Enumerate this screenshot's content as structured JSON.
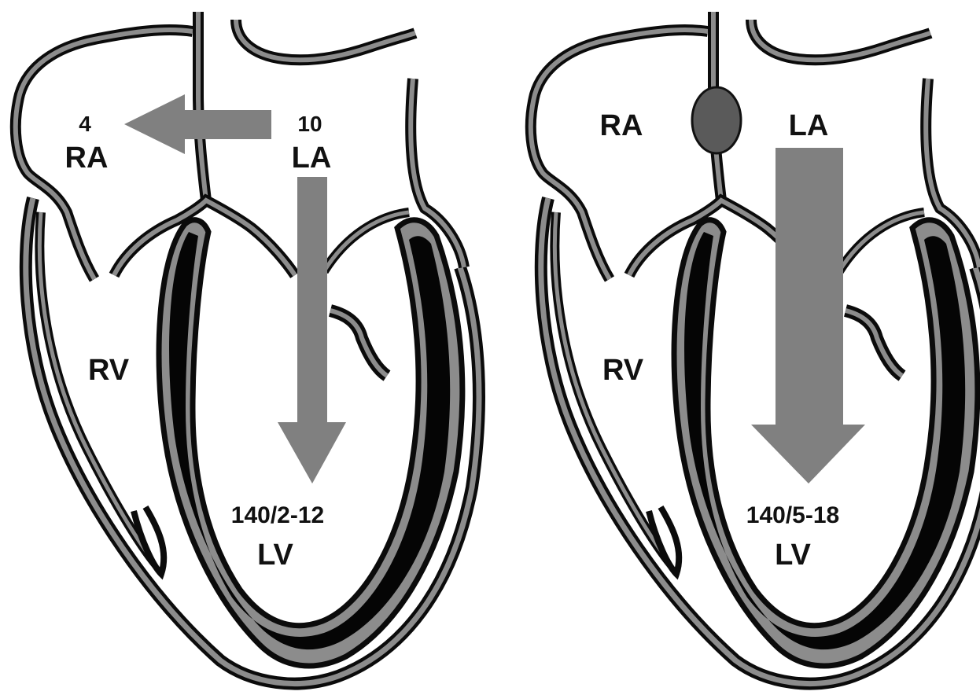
{
  "colors": {
    "wall_outer": "#0b0b0b",
    "wall_mid": "#8c8c8c",
    "myocardium": "#050505",
    "arrow": "#808080",
    "occluder": "#5a5a5a",
    "background": "#ffffff"
  },
  "left_panel": {
    "ra_pressure": "4",
    "ra_label": "RA",
    "la_pressure": "10",
    "la_label": "LA",
    "rv_label": "RV",
    "lv_pressure": "140/2-12",
    "lv_label": "LV"
  },
  "right_panel": {
    "ra_label": "RA",
    "la_label": "LA",
    "rv_label": "RV",
    "lv_pressure": "140/5-18",
    "lv_label": "LV"
  }
}
